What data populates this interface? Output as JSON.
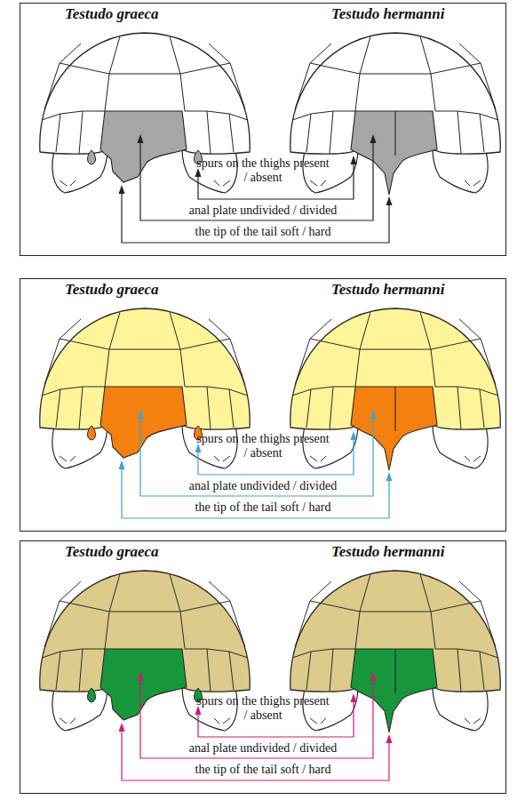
{
  "diagram": {
    "nodes": [
      {
        "text": [
          "Testudo graeca",
          "Testudo hermanni",
          "spurs on the thighs present / absent",
          "anal plate undivided / divided",
          "the tip of the tail soft / hard"
        ]
      },
      {
        "text": [
          "Testudo graeca",
          "Testudo hermanni",
          "spurs on the thighs present / absent",
          "anal plate undivided / divided",
          "the tip of the tail soft / hard"
        ]
      },
      {
        "text": [
          "Testudo graeca",
          "Testudo hermanni",
          "spurs on the thighs present / absent",
          "anal plate undivided / divided",
          "the tip of the tail soft / hard"
        ]
      }
    ]
  }
}
